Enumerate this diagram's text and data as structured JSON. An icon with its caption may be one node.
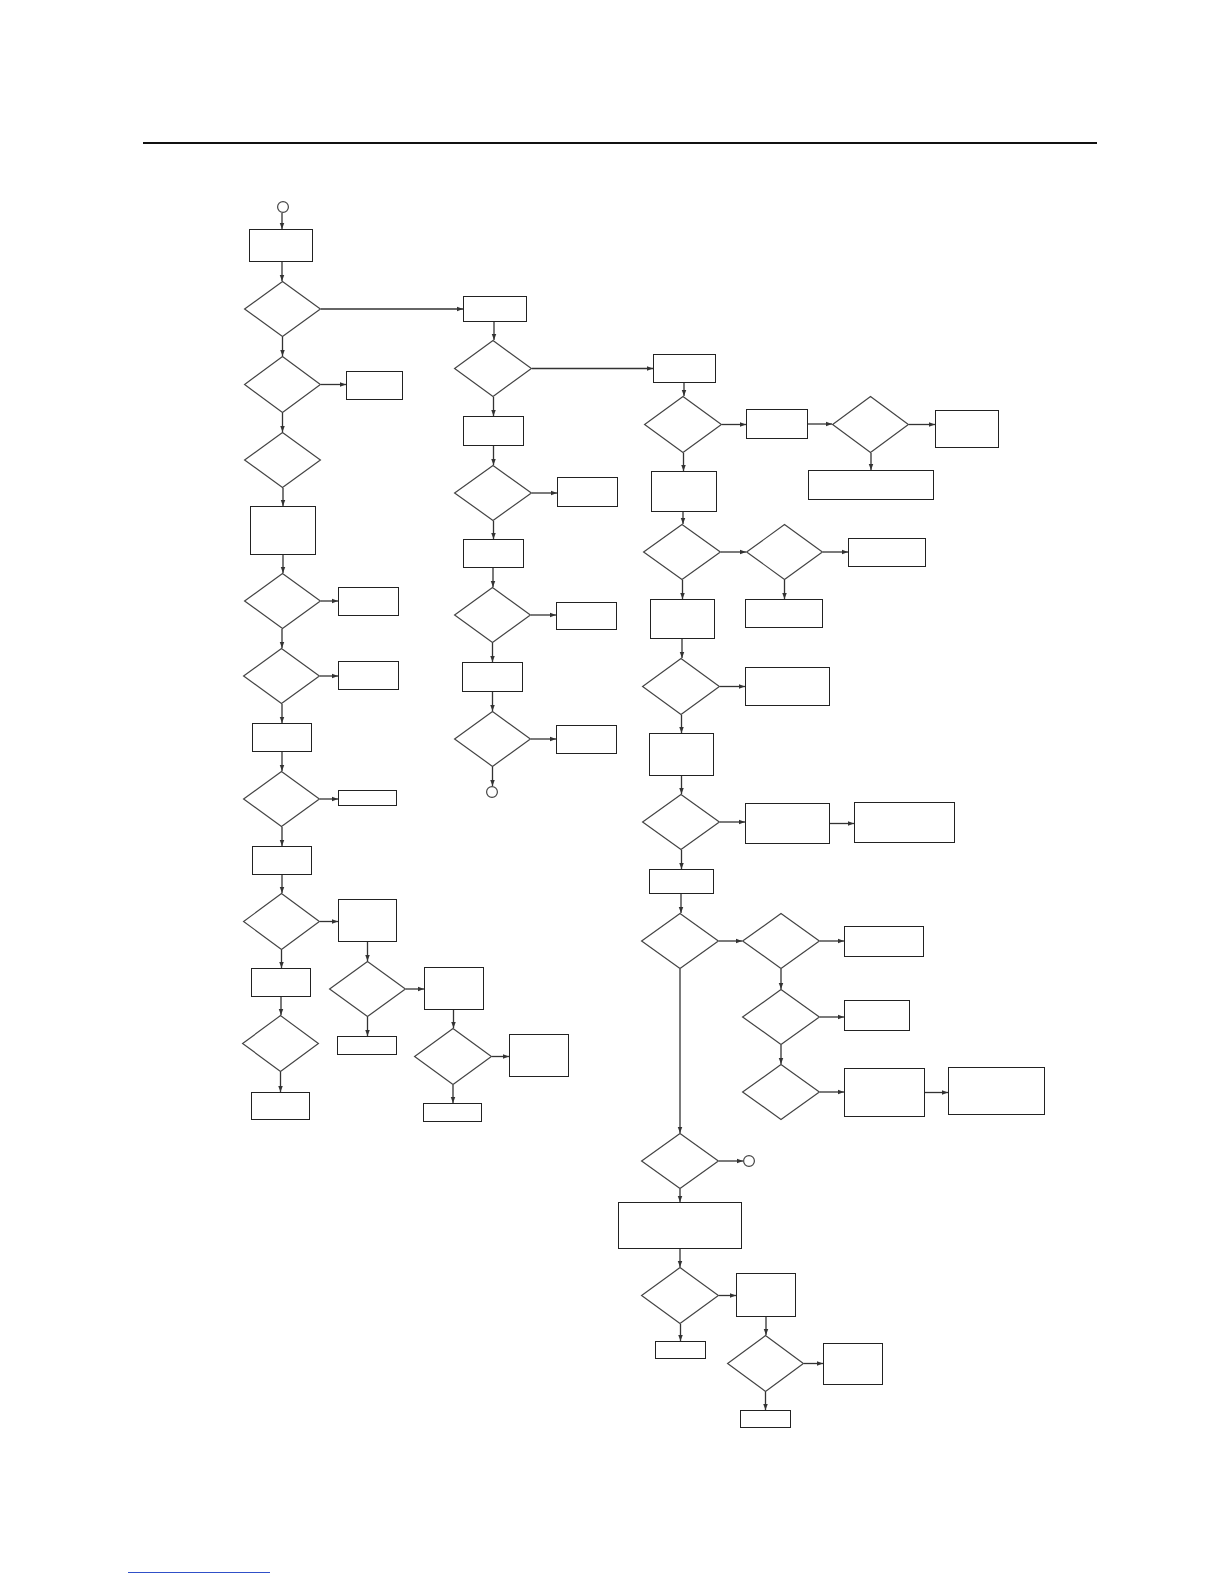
{
  "diagram": {
    "nodes": [
      {
        "text": [],
        "shape": "circle"
      },
      {
        "text": [],
        "shape": "box"
      },
      {
        "text": [],
        "shape": "diamond"
      },
      {
        "text": [],
        "shape": "box"
      },
      {
        "text": [],
        "shape": "diamond"
      },
      {
        "text": [],
        "shape": "box"
      },
      {
        "text": [],
        "shape": "diamond"
      },
      {
        "text": [],
        "shape": "box"
      },
      {
        "text": [],
        "shape": "diamond"
      },
      {
        "text": [],
        "shape": "box"
      },
      {
        "text": [],
        "shape": "diamond"
      },
      {
        "text": [],
        "shape": "box"
      },
      {
        "text": [],
        "shape": "box"
      },
      {
        "text": [],
        "shape": "diamond"
      },
      {
        "text": [],
        "shape": "box"
      },
      {
        "text": [],
        "shape": "box"
      },
      {
        "text": [],
        "shape": "diamond"
      },
      {
        "text": [],
        "shape": "box"
      },
      {
        "text": [],
        "shape": "box"
      },
      {
        "text": [],
        "shape": "diamond"
      },
      {
        "text": [],
        "shape": "box"
      },
      {
        "text": [],
        "shape": "diamond"
      },
      {
        "text": [],
        "shape": "box"
      },
      {
        "text": [],
        "shape": "box"
      },
      {
        "text": [],
        "shape": "diamond"
      },
      {
        "text": [],
        "shape": "box"
      },
      {
        "text": [],
        "shape": "box"
      },
      {
        "text": [],
        "shape": "diamond"
      },
      {
        "text": [],
        "shape": "box"
      },
      {
        "text": [],
        "shape": "diamond"
      },
      {
        "text": [],
        "shape": "box"
      },
      {
        "text": [],
        "shape": "box"
      },
      {
        "text": [],
        "shape": "diamond"
      },
      {
        "text": [],
        "shape": "box"
      },
      {
        "text": [],
        "shape": "box"
      },
      {
        "text": [],
        "shape": "diamond"
      },
      {
        "text": [],
        "shape": "box"
      },
      {
        "text": [],
        "shape": "circle"
      },
      {
        "text": [],
        "shape": "box"
      },
      {
        "text": [],
        "shape": "diamond"
      },
      {
        "text": [],
        "shape": "box"
      },
      {
        "text": [],
        "shape": "diamond"
      },
      {
        "text": [],
        "shape": "box"
      },
      {
        "text": [],
        "shape": "box"
      },
      {
        "text": [],
        "shape": "box"
      },
      {
        "text": [],
        "shape": "diamond"
      },
      {
        "text": [],
        "shape": "diamond"
      },
      {
        "text": [],
        "shape": "box"
      },
      {
        "text": [],
        "shape": "box"
      },
      {
        "text": [],
        "shape": "box"
      },
      {
        "text": [],
        "shape": "diamond"
      },
      {
        "text": [],
        "shape": "box"
      },
      {
        "text": [],
        "shape": "box"
      },
      {
        "text": [],
        "shape": "diamond"
      },
      {
        "text": [],
        "shape": "box"
      },
      {
        "text": [],
        "shape": "box"
      },
      {
        "text": [],
        "shape": "box"
      },
      {
        "text": [],
        "shape": "diamond"
      },
      {
        "text": [],
        "shape": "diamond"
      },
      {
        "text": [],
        "shape": "box"
      },
      {
        "text": [],
        "shape": "diamond"
      },
      {
        "text": [],
        "shape": "box"
      },
      {
        "text": [],
        "shape": "diamond"
      },
      {
        "text": [],
        "shape": "box"
      },
      {
        "text": [],
        "shape": "box"
      },
      {
        "text": [],
        "shape": "diamond"
      },
      {
        "text": [],
        "shape": "circle"
      },
      {
        "text": [],
        "shape": "box"
      },
      {
        "text": [],
        "shape": "diamond"
      },
      {
        "text": [],
        "shape": "box"
      },
      {
        "text": [],
        "shape": "box"
      },
      {
        "text": [],
        "shape": "diamond"
      },
      {
        "text": [],
        "shape": "box"
      },
      {
        "text": [],
        "shape": "box"
      }
    ],
    "edges": [
      {
        "from": 0,
        "to": 1,
        "arrow": "to"
      },
      {
        "from": 1,
        "to": 2,
        "arrow": "to"
      },
      {
        "from": 2,
        "to": 3,
        "arrow": "to"
      },
      {
        "from": 2,
        "to": 4,
        "arrow": "to"
      },
      {
        "from": 4,
        "to": 5,
        "arrow": "to"
      },
      {
        "from": 4,
        "to": 6,
        "arrow": "to"
      },
      {
        "from": 6,
        "to": 7,
        "arrow": "to"
      },
      {
        "from": 7,
        "to": 8,
        "arrow": "to"
      },
      {
        "from": 8,
        "to": 9,
        "arrow": "to"
      },
      {
        "from": 8,
        "to": 10,
        "arrow": "to"
      },
      {
        "from": 10,
        "to": 11,
        "arrow": "to"
      },
      {
        "from": 10,
        "to": 12,
        "arrow": "to"
      },
      {
        "from": 12,
        "to": 13,
        "arrow": "to"
      },
      {
        "from": 13,
        "to": 14,
        "arrow": "to"
      },
      {
        "from": 13,
        "to": 15,
        "arrow": "to"
      },
      {
        "from": 15,
        "to": 16,
        "arrow": "to"
      },
      {
        "from": 16,
        "to": 17,
        "arrow": "to"
      },
      {
        "from": 16,
        "to": 18,
        "arrow": "to"
      },
      {
        "from": 18,
        "to": 19,
        "arrow": "to"
      },
      {
        "from": 19,
        "to": 20,
        "arrow": "to"
      },
      {
        "from": 17,
        "to": 21,
        "arrow": "to"
      },
      {
        "from": 21,
        "to": 23,
        "arrow": "to"
      },
      {
        "from": 21,
        "to": 22,
        "arrow": "to"
      },
      {
        "from": 23,
        "to": 24,
        "arrow": "to"
      },
      {
        "from": 24,
        "to": 25,
        "arrow": "to"
      },
      {
        "from": 24,
        "to": 26,
        "arrow": "to"
      },
      {
        "from": 3,
        "to": 27,
        "arrow": "to"
      },
      {
        "from": 27,
        "to": 38,
        "arrow": "to"
      },
      {
        "from": 27,
        "to": 28,
        "arrow": "to"
      },
      {
        "from": 28,
        "to": 29,
        "arrow": "to"
      },
      {
        "from": 29,
        "to": 30,
        "arrow": "to"
      },
      {
        "from": 29,
        "to": 31,
        "arrow": "to"
      },
      {
        "from": 31,
        "to": 32,
        "arrow": "to"
      },
      {
        "from": 32,
        "to": 33,
        "arrow": "to"
      },
      {
        "from": 32,
        "to": 34,
        "arrow": "to"
      },
      {
        "from": 34,
        "to": 35,
        "arrow": "to"
      },
      {
        "from": 35,
        "to": 36,
        "arrow": "to"
      },
      {
        "from": 35,
        "to": 37,
        "arrow": "to"
      },
      {
        "from": 38,
        "to": 39,
        "arrow": "to"
      },
      {
        "from": 39,
        "to": 40,
        "arrow": "to"
      },
      {
        "from": 40,
        "to": 41,
        "arrow": "to"
      },
      {
        "from": 41,
        "to": 42,
        "arrow": "to"
      },
      {
        "from": 41,
        "to": 43,
        "arrow": "to"
      },
      {
        "from": 39,
        "to": 44,
        "arrow": "to"
      },
      {
        "from": 44,
        "to": 45,
        "arrow": "to"
      },
      {
        "from": 45,
        "to": 46,
        "arrow": "to"
      },
      {
        "from": 46,
        "to": 47,
        "arrow": "to"
      },
      {
        "from": 46,
        "to": 49,
        "arrow": "to"
      },
      {
        "from": 45,
        "to": 48,
        "arrow": "to"
      },
      {
        "from": 48,
        "to": 50,
        "arrow": "to"
      },
      {
        "from": 50,
        "to": 51,
        "arrow": "to"
      },
      {
        "from": 50,
        "to": 52,
        "arrow": "to"
      },
      {
        "from": 52,
        "to": 53,
        "arrow": "to"
      },
      {
        "from": 53,
        "to": 54,
        "arrow": "to"
      },
      {
        "from": 54,
        "to": 55,
        "arrow": "to"
      },
      {
        "from": 53,
        "to": 56,
        "arrow": "to"
      },
      {
        "from": 56,
        "to": 57,
        "arrow": "to"
      },
      {
        "from": 57,
        "to": 58,
        "arrow": "to"
      },
      {
        "from": 58,
        "to": 59,
        "arrow": "to"
      },
      {
        "from": 58,
        "to": 60,
        "arrow": "to"
      },
      {
        "from": 60,
        "to": 61,
        "arrow": "to"
      },
      {
        "from": 60,
        "to": 62,
        "arrow": "to"
      },
      {
        "from": 62,
        "to": 63,
        "arrow": "to"
      },
      {
        "from": 63,
        "to": 64,
        "arrow": "to"
      },
      {
        "from": 57,
        "to": 65,
        "arrow": "to"
      },
      {
        "from": 65,
        "to": 66,
        "arrow": "to"
      },
      {
        "from": 65,
        "to": 67,
        "arrow": "to"
      },
      {
        "from": 67,
        "to": 68,
        "arrow": "to"
      },
      {
        "from": 68,
        "to": 69,
        "arrow": "to"
      },
      {
        "from": 68,
        "to": 70,
        "arrow": "to"
      },
      {
        "from": 69,
        "to": 71,
        "arrow": "to"
      },
      {
        "from": 71,
        "to": 72,
        "arrow": "to"
      },
      {
        "from": 71,
        "to": 73,
        "arrow": "to"
      }
    ]
  }
}
